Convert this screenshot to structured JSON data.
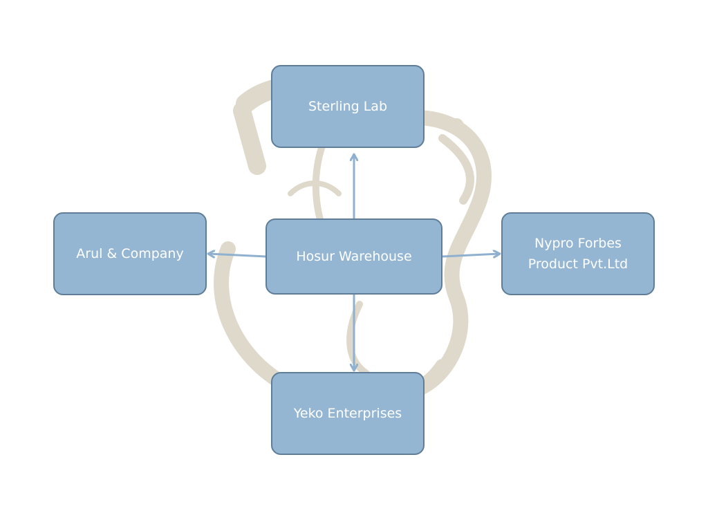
{
  "diagram": {
    "center": {
      "label": "Hosur Warehouse"
    },
    "top": {
      "label": "Sterling Lab"
    },
    "left": {
      "label": "Arul & Company"
    },
    "right": {
      "label": "Nypro Forbes\nProduct Pvt.Ltd"
    },
    "bottom": {
      "label": "Yeko Enterprises"
    }
  },
  "colors": {
    "node_fill": "#94b6d3",
    "node_border": "#5f7d97",
    "node_text": "#ffffff",
    "arrow": "#8fb0cf",
    "watermark": "#d8d3c4"
  }
}
